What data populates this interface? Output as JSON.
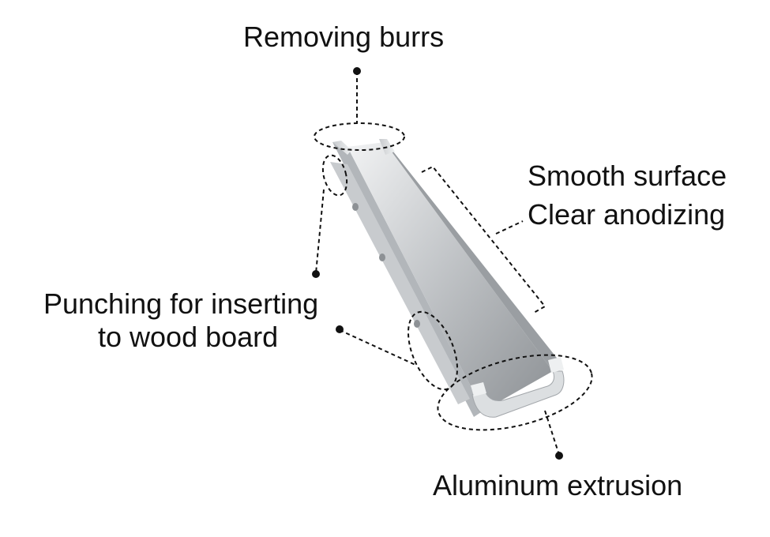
{
  "labels": {
    "removing_burrs": "Removing burrs",
    "smooth_surface": "Smooth surface",
    "clear_anodizing": "Clear anodizing",
    "punching_line1": "Punching for inserting",
    "punching_line2": "to wood board",
    "aluminum_extrusion": "Aluminum extrusion"
  },
  "colors": {
    "text": "#111111",
    "callout": "#111111",
    "metal_light": "#e4e6e8",
    "metal_mid": "#b9bcbf",
    "metal_dark": "#8a8e92"
  }
}
